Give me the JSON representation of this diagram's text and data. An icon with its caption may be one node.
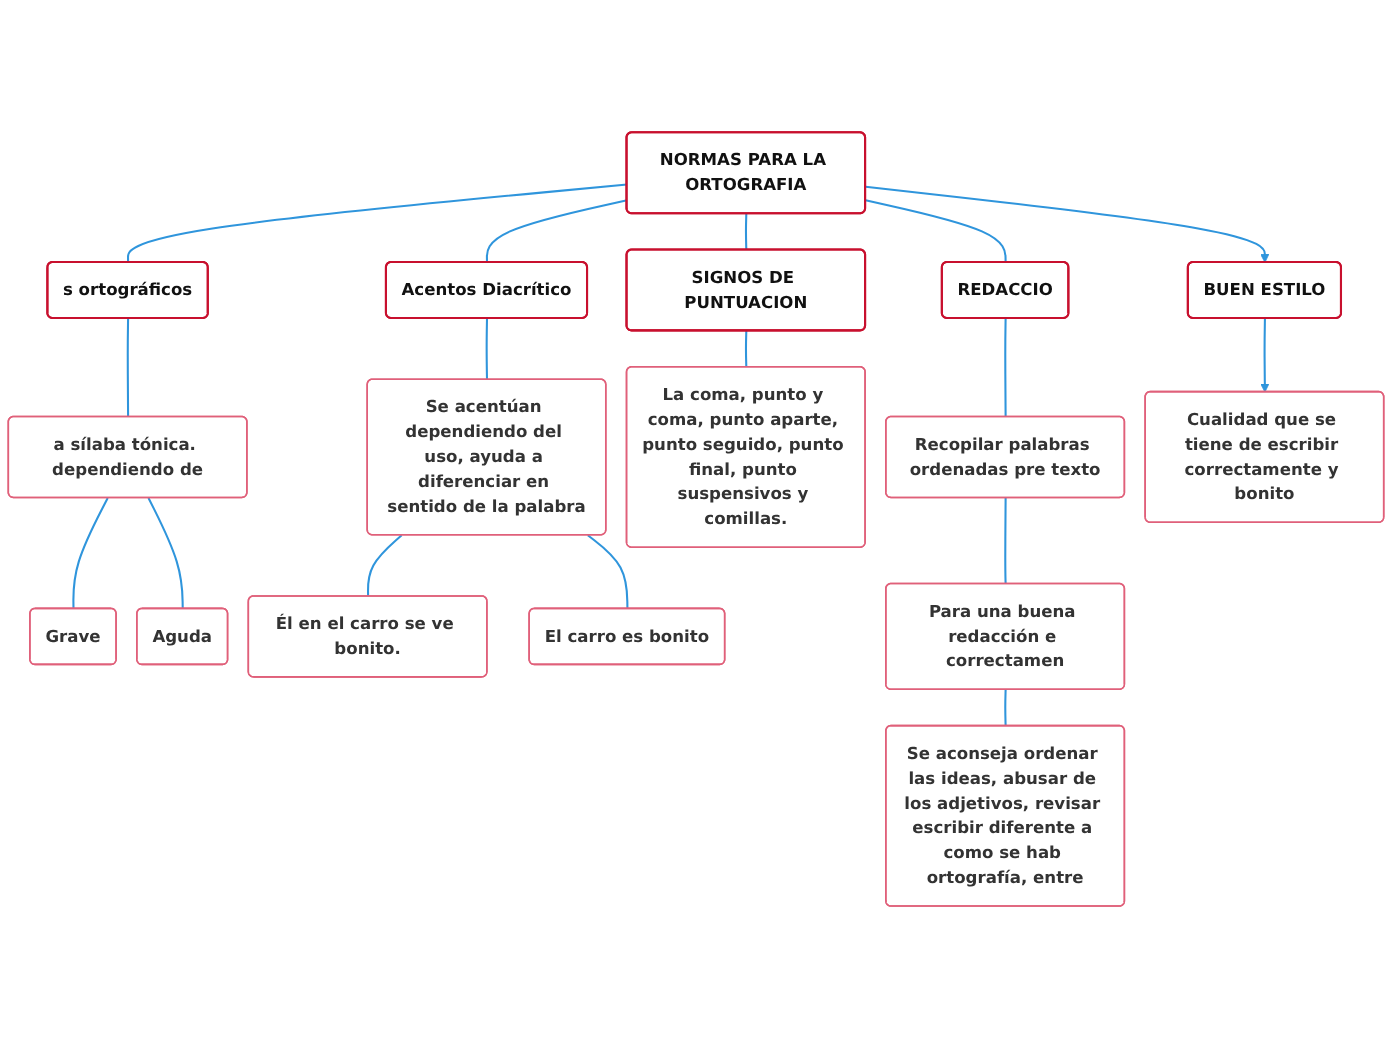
{
  "diagram": {
    "nodes": [
      {
        "text": [
          "NORMAS PARA LA ORTOGRAFIA"
        ]
      },
      {
        "text": [
          "s ortográficos"
        ]
      },
      {
        "text": [
          "a sílaba tónica. dependiendo de"
        ]
      },
      {
        "text": [
          "Grave"
        ]
      },
      {
        "text": [
          "Aguda"
        ]
      },
      {
        "text": [
          "Acentos Diacrítico"
        ]
      },
      {
        "text": [
          "Se acentúan dependiendo del uso, ayuda a diferenciar en sentido de la palabra"
        ]
      },
      {
        "text": [
          "Él en el carro se ve bonito."
        ]
      },
      {
        "text": [
          "El carro es bonito"
        ]
      },
      {
        "text": [
          "SIGNOS DE PUNTUACION"
        ]
      },
      {
        "text": [
          "La coma, punto y coma, punto aparte, punto seguido, punto final, punto suspensivos y comillas."
        ]
      },
      {
        "text": [
          "REDACCIO"
        ]
      },
      {
        "text": [
          "Recopilar palabras ordenadas pre texto"
        ]
      },
      {
        "text": [
          "Para una buena redacción e correctamen"
        ]
      },
      {
        "text": [
          "Se aconseja ordenar las ideas, abusar de los adjetivos, revisar escribir diferente a como se hab ortografía, entre"
        ]
      },
      {
        "text": [
          "BUEN ESTILO"
        ]
      },
      {
        "text": [
          "Cualidad que se tiene de escribir correctamente y bonito"
        ]
      }
    ],
    "edges": [
      {
        "from": 0,
        "to": 1,
        "arrow": "none"
      },
      {
        "from": 0,
        "to": 5,
        "arrow": "none"
      },
      {
        "from": 0,
        "to": 9,
        "arrow": "none"
      },
      {
        "from": 0,
        "to": 11,
        "arrow": "none"
      },
      {
        "from": 0,
        "to": 15,
        "arrow": "to"
      },
      {
        "from": 1,
        "to": 2,
        "arrow": "none"
      },
      {
        "from": 2,
        "to": 3,
        "arrow": "none"
      },
      {
        "from": 2,
        "to": 4,
        "arrow": "none"
      },
      {
        "from": 5,
        "to": 6,
        "arrow": "none"
      },
      {
        "from": 6,
        "to": 7,
        "arrow": "none"
      },
      {
        "from": 6,
        "to": 8,
        "arrow": "none"
      },
      {
        "from": 9,
        "to": 10,
        "arrow": "none"
      },
      {
        "from": 11,
        "to": 12,
        "arrow": "none"
      },
      {
        "from": 12,
        "to": 13,
        "arrow": "none"
      },
      {
        "from": 13,
        "to": 14,
        "arrow": "none"
      },
      {
        "from": 15,
        "to": 16,
        "arrow": "to"
      }
    ]
  }
}
